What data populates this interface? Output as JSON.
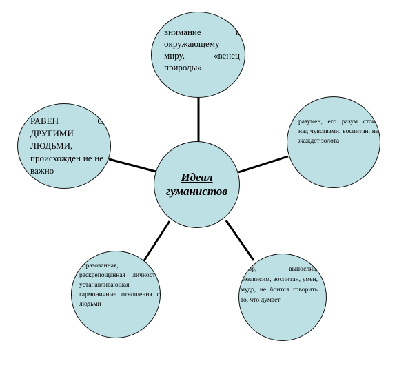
{
  "center": {
    "label": "Идеал гуманистов"
  },
  "nodes": {
    "top": {
      "text": "внимание к окружающему миру, «венец природы»."
    },
    "right": {
      "text": "разумен, его разум стоит над чувствами, воспитан, не жаждет золота"
    },
    "bottom_right": {
      "text": "Добр, вынослив, независим, воспитан, умен, мудр, не боится говорить то, что думает"
    },
    "bottom_left": {
      "text": "образованная, раскрепощенная личность, устанавливающая гармоничные отношения с людьми"
    },
    "left": {
      "text": "РАВЕН С ДРУГИМИ ЛЮДЬМИ, происхожден ие не важно"
    }
  },
  "colors": {
    "node_fill": "#bde0e4",
    "line": "#000000"
  }
}
